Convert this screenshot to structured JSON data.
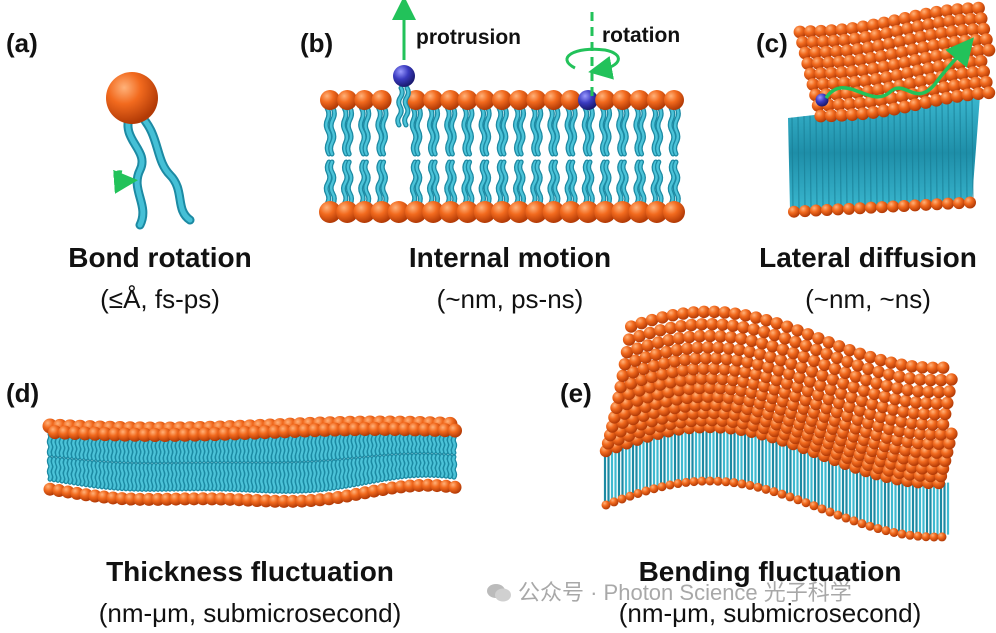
{
  "panels": {
    "a": {
      "label": "(a)",
      "title": "Bond rotation",
      "subtitle": "(≤Å, fs-ps)"
    },
    "b": {
      "label": "(b)",
      "title": "Internal motion",
      "subtitle": "(~nm, ps-ns)",
      "annotations": {
        "protrusion": "protrusion",
        "rotation": "rotation"
      }
    },
    "c": {
      "label": "(c)",
      "title": "Lateral diffusion",
      "subtitle": "(~nm, ~ns)"
    },
    "d": {
      "label": "(d)",
      "title": "Thickness fluctuation",
      "subtitle": "(nm-μm, submicrosecond)"
    },
    "e": {
      "label": "(e)",
      "title": "Bending fluctuation",
      "subtitle": "(nm-μm, submicrosecond)"
    }
  },
  "watermark": {
    "text": "公众号 · Photon Science 光子科学"
  },
  "colors": {
    "head": "#f0641a",
    "head_dark": "#c83c08",
    "tail": "#2fa8c0",
    "tail_dark": "#1c7f97",
    "marker": "#3b3bb8",
    "arrow": "#22c25a"
  }
}
